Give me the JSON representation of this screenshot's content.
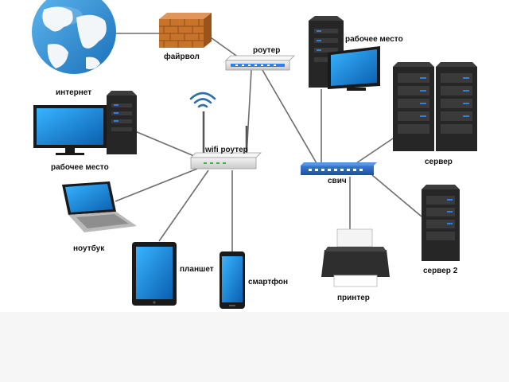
{
  "labels": {
    "internet": "интернет",
    "firewall": "файрвол",
    "router": "роутер",
    "workstation_top": "рабочее место",
    "workstation_left": "рабочее место",
    "wifi_router": "wifi роутер",
    "switch": "свич",
    "server": "сервер",
    "laptop": "ноутбук",
    "tablet": "планшет",
    "smartphone": "смартфон",
    "printer": "принтер",
    "server2": "сервер 2"
  },
  "colors": {
    "link": "#6d6d6d",
    "globe_ocean": "#2f8fd8",
    "firewall_brick": "#c8732a",
    "screen": "#1e90e0",
    "server_body": "#262626",
    "led": "#2f7fe8"
  }
}
